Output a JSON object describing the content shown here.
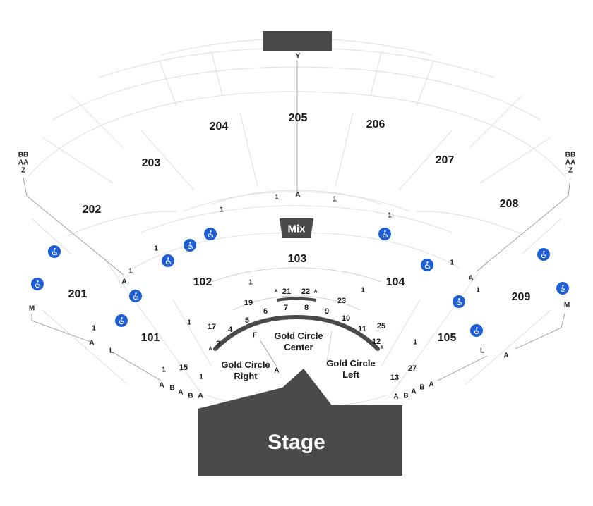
{
  "stage": {
    "label": "Stage"
  },
  "mix": {
    "label": "Mix"
  },
  "sections": {
    "s101": "101",
    "s102": "102",
    "s103": "103",
    "s104": "104",
    "s105": "105",
    "s201": "201",
    "s202": "202",
    "s203": "203",
    "s204": "204",
    "s205": "205",
    "s206": "206",
    "s207": "207",
    "s208": "208",
    "s209": "209"
  },
  "gold": {
    "right": "Gold Circle Right",
    "center": "Gold Circle Center",
    "left": "Gold Circle Left"
  },
  "gold_numbers": [
    "3",
    "4",
    "5",
    "6",
    "7",
    "8",
    "9",
    "10",
    "11",
    "12",
    "13",
    "15",
    "17",
    "19",
    "21",
    "22",
    "23",
    "25",
    "27"
  ],
  "rows": {
    "y": "Y",
    "a": "A",
    "one": "1",
    "m": "M",
    "l": "L",
    "b": "B",
    "f": "F",
    "bb": "BB",
    "aa": "AA",
    "z": "Z"
  },
  "accessibility": {
    "icon": "wheelchair-icon",
    "color": "#1f5fd6"
  }
}
